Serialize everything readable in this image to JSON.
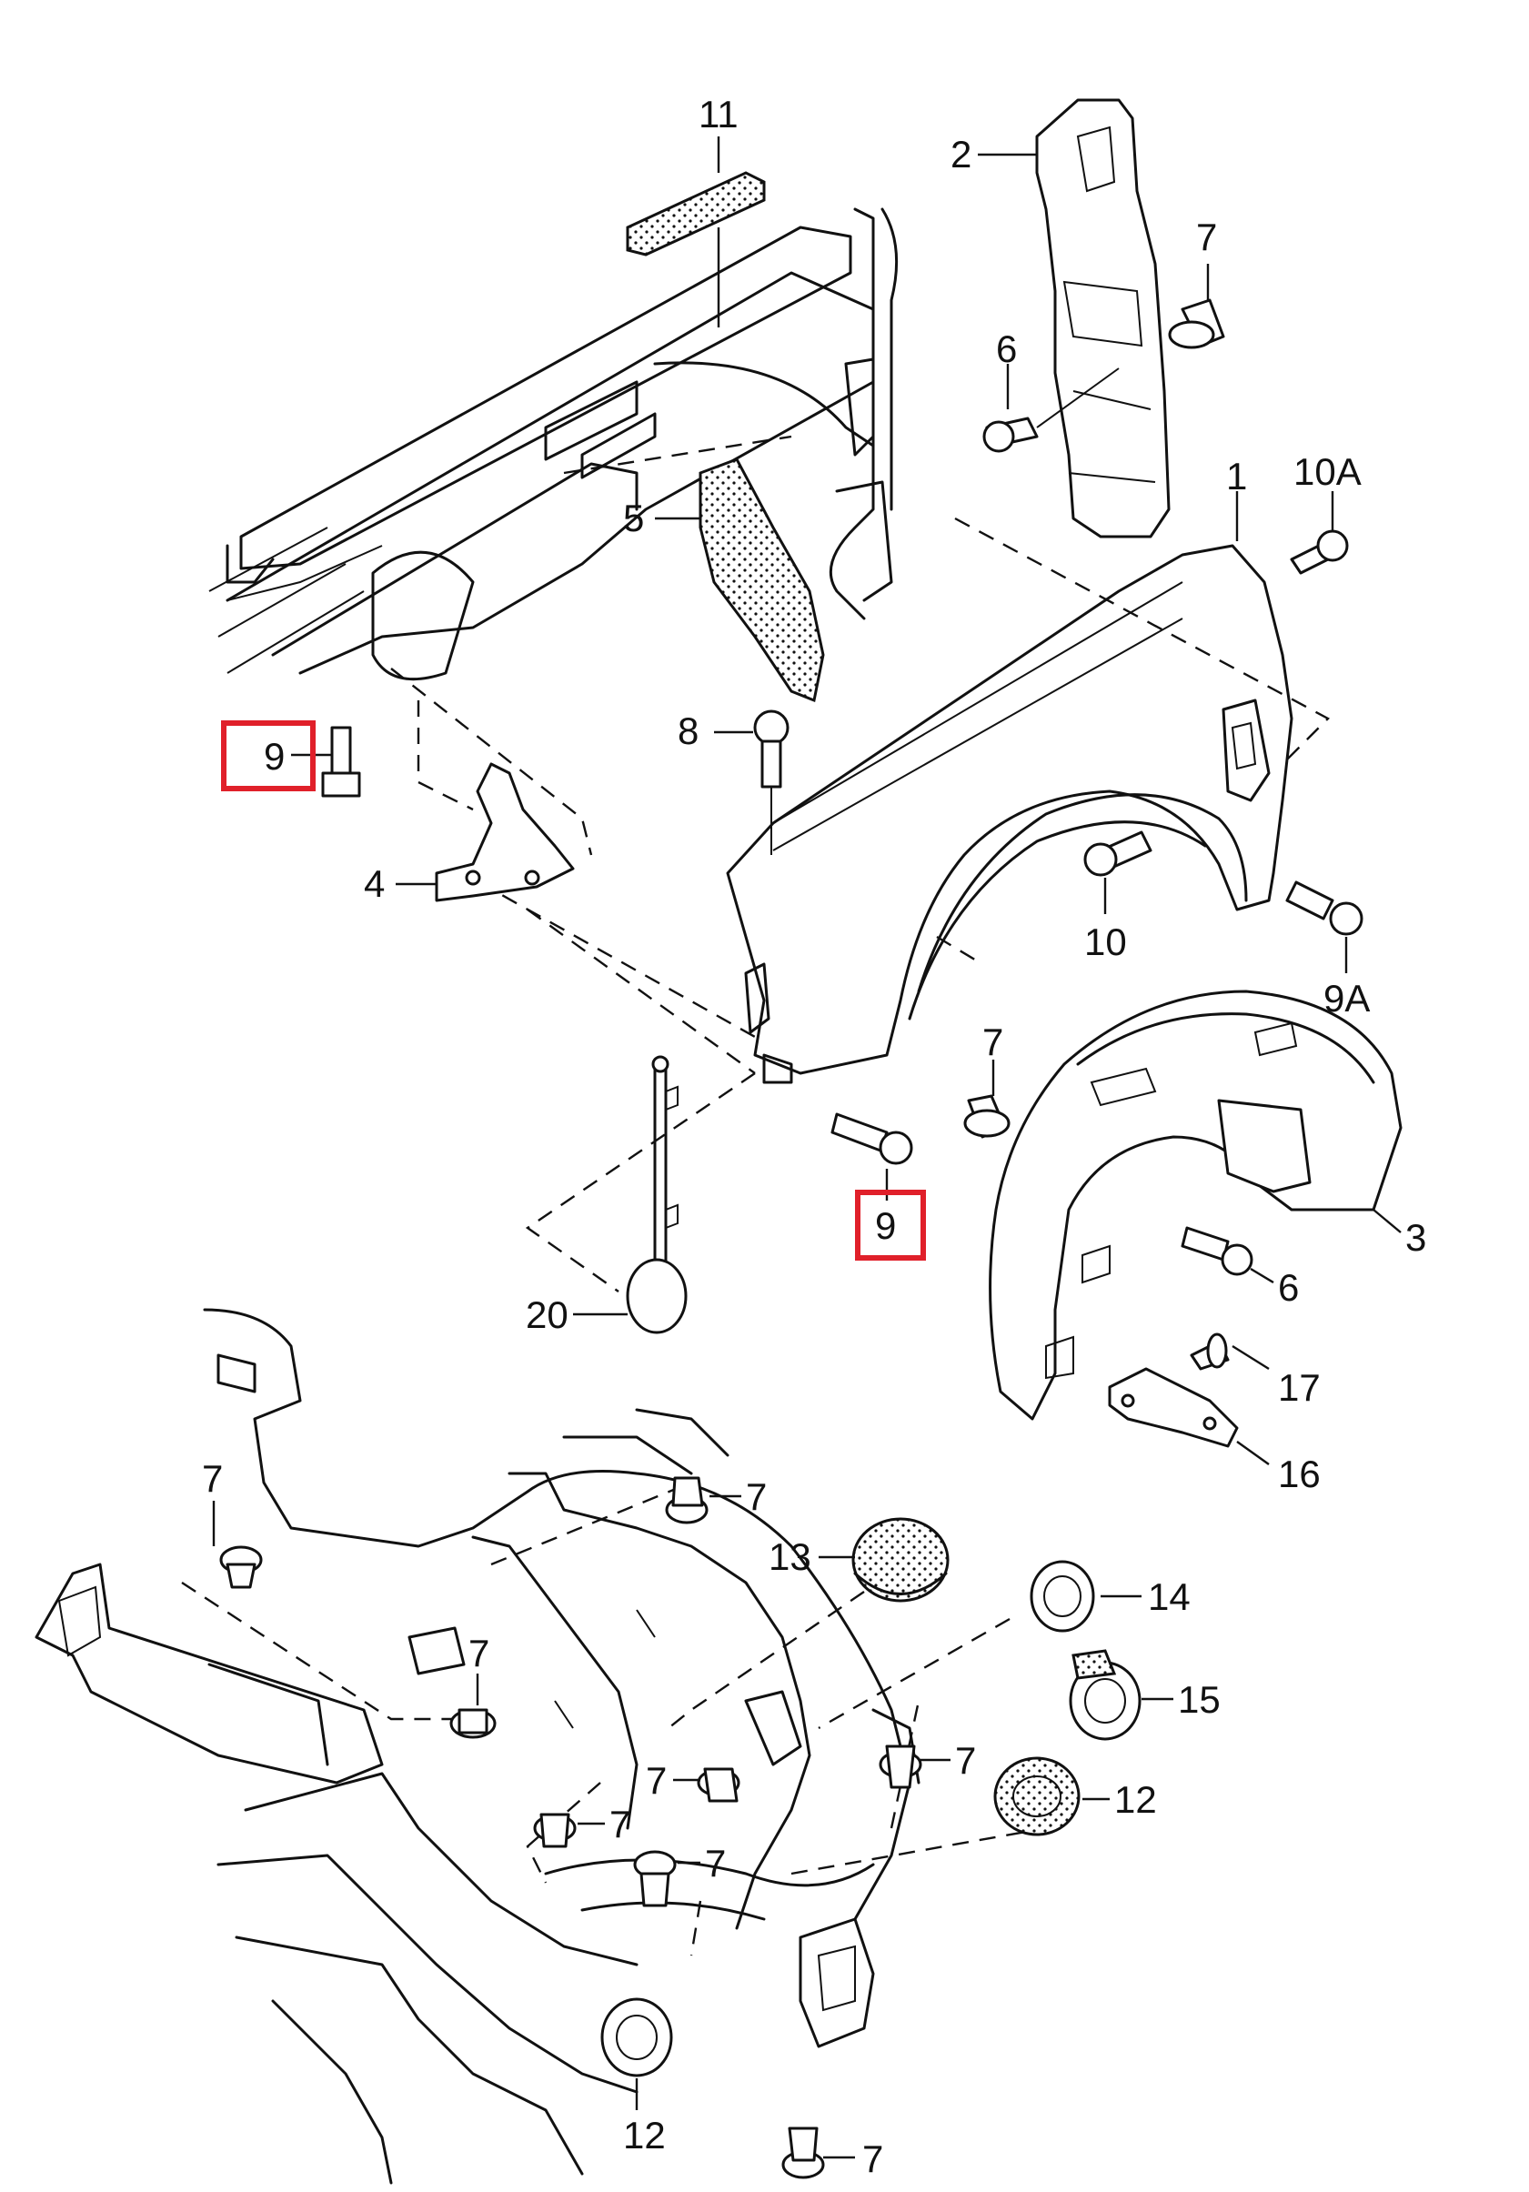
{
  "highlight_color": "#e0202a",
  "line_color": "#111111",
  "callouts": [
    {
      "id": "c11",
      "label": "11"
    },
    {
      "id": "c2",
      "label": "2"
    },
    {
      "id": "c7a",
      "label": "7"
    },
    {
      "id": "c6a",
      "label": "6"
    },
    {
      "id": "c5",
      "label": "5"
    },
    {
      "id": "c1",
      "label": "1"
    },
    {
      "id": "c10a",
      "label": "10A"
    },
    {
      "id": "c9a",
      "label": "9",
      "highlighted": true
    },
    {
      "id": "c8",
      "label": "8"
    },
    {
      "id": "c4",
      "label": "4"
    },
    {
      "id": "c10",
      "label": "10"
    },
    {
      "id": "c9A",
      "label": "9A"
    },
    {
      "id": "c7b",
      "label": "7"
    },
    {
      "id": "c9b",
      "label": "9",
      "highlighted": true
    },
    {
      "id": "c3",
      "label": "3"
    },
    {
      "id": "c6b",
      "label": "6"
    },
    {
      "id": "c20",
      "label": "20"
    },
    {
      "id": "c17",
      "label": "17"
    },
    {
      "id": "c16",
      "label": "16"
    },
    {
      "id": "c7c",
      "label": "7"
    },
    {
      "id": "c7d",
      "label": "7"
    },
    {
      "id": "c13",
      "label": "13"
    },
    {
      "id": "c14",
      "label": "14"
    },
    {
      "id": "c7e",
      "label": "7"
    },
    {
      "id": "c15",
      "label": "15"
    },
    {
      "id": "c7f",
      "label": "7"
    },
    {
      "id": "c7g",
      "label": "7"
    },
    {
      "id": "c12a",
      "label": "12"
    },
    {
      "id": "c7h",
      "label": "7"
    },
    {
      "id": "c7i",
      "label": "7"
    },
    {
      "id": "c12b",
      "label": "12"
    },
    {
      "id": "c7j",
      "label": "7"
    }
  ]
}
